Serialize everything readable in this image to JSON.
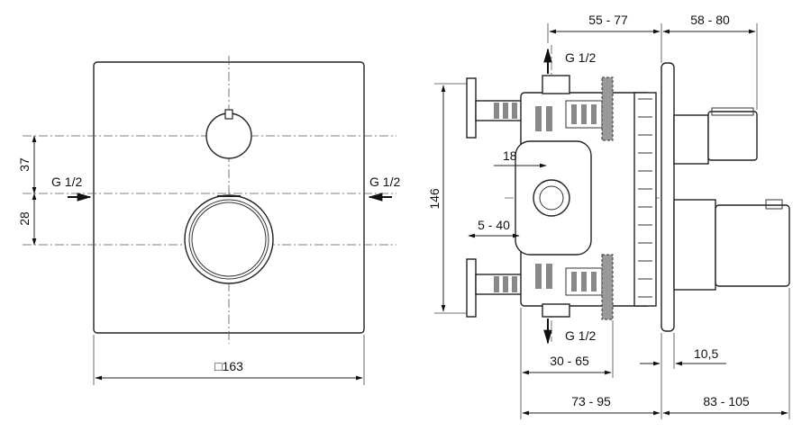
{
  "front_view": {
    "dim_37": "37",
    "dim_28": "28",
    "inlet_left": "G 1/2",
    "inlet_right": "G 1/2",
    "dim_width": "□163"
  },
  "side_view": {
    "dim_55_77": "55 - 77",
    "dim_58_80": "58 - 80",
    "outlet_top": "G 1/2",
    "outlet_bottom": "G 1/2",
    "dim_146": "146",
    "dim_18": "18",
    "dim_5_40": "5 - 40",
    "dim_30_65": "30 - 65",
    "dim_10_5": "10,5",
    "dim_73_95": "73 - 95",
    "dim_83_105": "83 - 105"
  }
}
